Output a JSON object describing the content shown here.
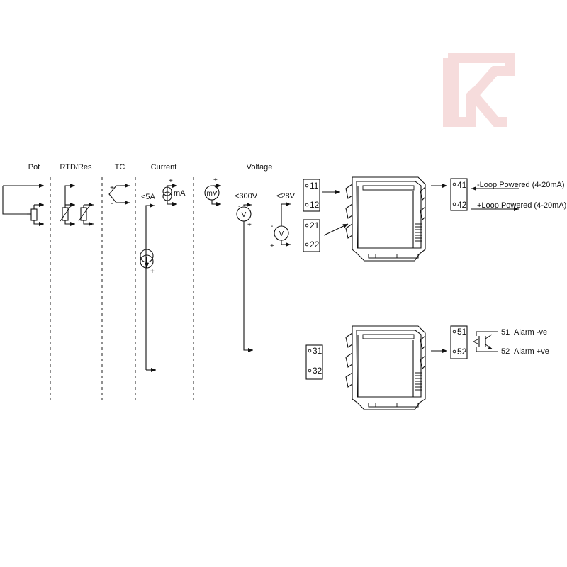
{
  "headers": {
    "pot": "Pot",
    "rtd": "RTD/Res",
    "tc": "TC",
    "current": "Current",
    "voltage": "Voltage"
  },
  "sources": {
    "current_5a": "<5A",
    "current_ma": "mA",
    "voltage_mv": "mV",
    "voltage_300v": "<300V",
    "voltage_28v": "<28V",
    "meter_v": "V"
  },
  "terminals": {
    "t11": "11",
    "t12": "12",
    "t21": "21",
    "t22": "22",
    "t31": "31",
    "t32": "32",
    "t41": "41",
    "t42": "42",
    "t51": "51",
    "t52": "52"
  },
  "outputs": {
    "loop_neg": "-Loop Powered (4-20mA)",
    "loop_pos": "+Loop Powered (4-20mA)",
    "alarm51_num": "51",
    "alarm51_label": "Alarm -ve",
    "alarm52_num": "52",
    "alarm52_label": "Alarm +ve"
  },
  "colors": {
    "ink": "#111111",
    "watermark": "#f6dcdc"
  }
}
